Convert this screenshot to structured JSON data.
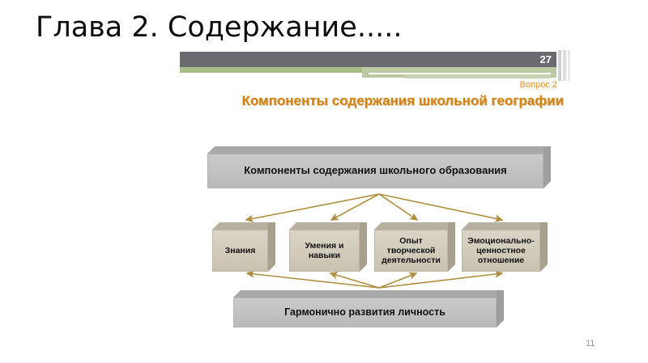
{
  "page": {
    "heading": "Глава 2. Содержание.....",
    "page_number": "11"
  },
  "slide": {
    "header": {
      "slide_number": "27",
      "bar_dark_color": "#6a6a71",
      "bar_green_color": "#a8be88"
    },
    "question_label": "Вопрос 2",
    "title": "Компоненты содержания школьной географии",
    "title_color": "#d4820c",
    "diagram": {
      "top_box": {
        "label": "Компоненты содержания школьного образования",
        "style": "gray-3d-box"
      },
      "component_boxes": [
        {
          "label": "Знания",
          "style": "beige-3d-box"
        },
        {
          "label": "Умения и навыки",
          "style": "beige-3d-box"
        },
        {
          "label": "Опыт творческой деятельности",
          "style": "beige-3d-box"
        },
        {
          "label": "Эмоционально-ценностное отношение",
          "style": "beige-3d-box"
        }
      ],
      "bottom_box": {
        "label": "Гармонично развития личность",
        "style": "gray-3d-box"
      },
      "arrow_color": "#b08d3f"
    }
  }
}
